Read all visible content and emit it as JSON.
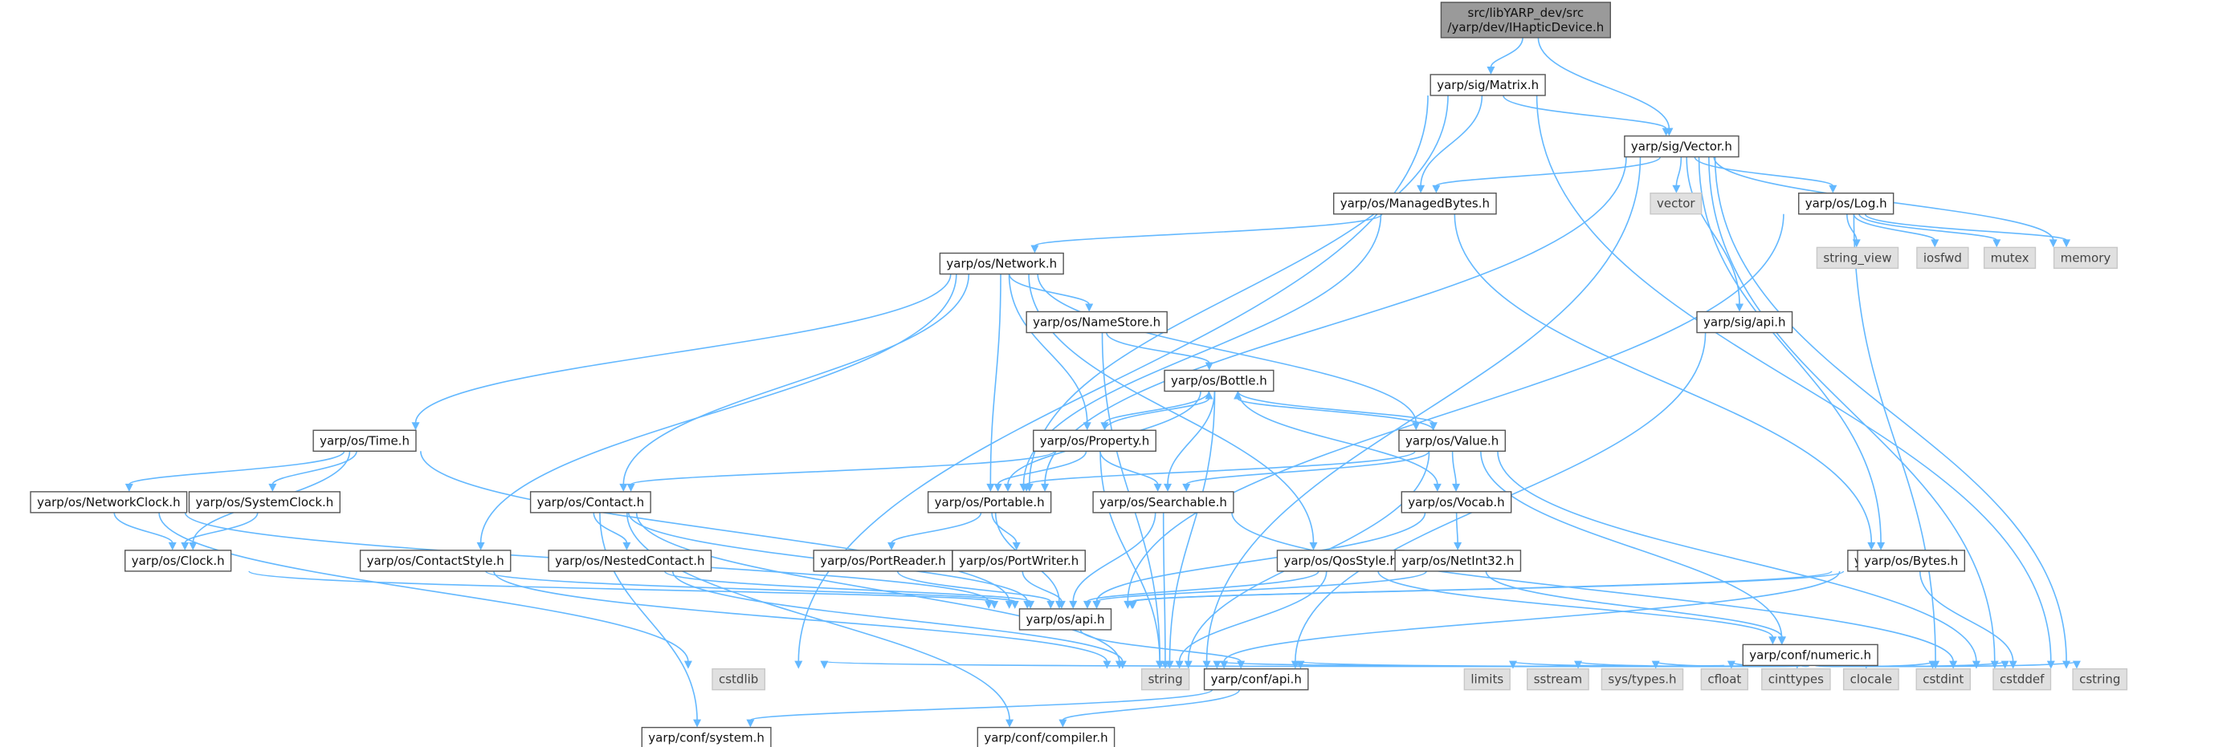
{
  "graph": {
    "root": "root",
    "nodes": [
      {
        "id": "root",
        "label": "src/libYARP_dev/src\n/yarp/dev/IHapticDevice.h",
        "kind": "root"
      },
      {
        "id": "matrix",
        "label": "yarp/sig/Matrix.h",
        "kind": "header"
      },
      {
        "id": "vector",
        "label": "yarp/sig/Vector.h",
        "kind": "header"
      },
      {
        "id": "managedbytes",
        "label": "yarp/os/ManagedBytes.h",
        "kind": "header"
      },
      {
        "id": "vector_std",
        "label": "vector",
        "kind": "system"
      },
      {
        "id": "log",
        "label": "yarp/os/Log.h",
        "kind": "header"
      },
      {
        "id": "string_view",
        "label": "string_view",
        "kind": "system"
      },
      {
        "id": "iosfwd",
        "label": "iosfwd",
        "kind": "system"
      },
      {
        "id": "mutex",
        "label": "mutex",
        "kind": "system"
      },
      {
        "id": "memory",
        "label": "memory",
        "kind": "system"
      },
      {
        "id": "network",
        "label": "yarp/os/Network.h",
        "kind": "header"
      },
      {
        "id": "sigapi",
        "label": "yarp/sig/api.h",
        "kind": "header"
      },
      {
        "id": "namestore",
        "label": "yarp/os/NameStore.h",
        "kind": "header"
      },
      {
        "id": "bottle",
        "label": "yarp/os/Bottle.h",
        "kind": "header"
      },
      {
        "id": "time",
        "label": "yarp/os/Time.h",
        "kind": "header"
      },
      {
        "id": "property",
        "label": "yarp/os/Property.h",
        "kind": "header"
      },
      {
        "id": "value",
        "label": "yarp/os/Value.h",
        "kind": "header"
      },
      {
        "id": "networkclock",
        "label": "yarp/os/NetworkClock.h",
        "kind": "header"
      },
      {
        "id": "systemclock",
        "label": "yarp/os/SystemClock.h",
        "kind": "header"
      },
      {
        "id": "contact",
        "label": "yarp/os/Contact.h",
        "kind": "header"
      },
      {
        "id": "portable",
        "label": "yarp/os/Portable.h",
        "kind": "header"
      },
      {
        "id": "searchable",
        "label": "yarp/os/Searchable.h",
        "kind": "header"
      },
      {
        "id": "vocab",
        "label": "yarp/os/Vocab.h",
        "kind": "header"
      },
      {
        "id": "clock",
        "label": "yarp/os/Clock.h",
        "kind": "header"
      },
      {
        "id": "contactstyle",
        "label": "yarp/os/ContactStyle.h",
        "kind": "header"
      },
      {
        "id": "nestedcontact",
        "label": "yarp/os/NestedContact.h",
        "kind": "header"
      },
      {
        "id": "portreader",
        "label": "yarp/os/PortReader.h",
        "kind": "header"
      },
      {
        "id": "portwriter",
        "label": "yarp/os/PortWriter.h",
        "kind": "header"
      },
      {
        "id": "qosstyle",
        "label": "yarp/os/QosStyle.h",
        "kind": "header"
      },
      {
        "id": "netint32",
        "label": "yarp/os/NetInt32.h",
        "kind": "header"
      },
      {
        "id": "type",
        "label": "yarp/os/Type.h",
        "kind": "header"
      },
      {
        "id": "bytes",
        "label": "yarp/os/Bytes.h",
        "kind": "header"
      },
      {
        "id": "osapi",
        "label": "yarp/os/api.h",
        "kind": "header"
      },
      {
        "id": "numeric",
        "label": "yarp/conf/numeric.h",
        "kind": "header"
      },
      {
        "id": "cstdlib",
        "label": "cstdlib",
        "kind": "system"
      },
      {
        "id": "string",
        "label": "string",
        "kind": "system"
      },
      {
        "id": "confapi",
        "label": "yarp/conf/api.h",
        "kind": "header"
      },
      {
        "id": "limits",
        "label": "limits",
        "kind": "system"
      },
      {
        "id": "sstream",
        "label": "sstream",
        "kind": "system"
      },
      {
        "id": "systypes",
        "label": "sys/types.h",
        "kind": "system"
      },
      {
        "id": "cfloat",
        "label": "cfloat",
        "kind": "system"
      },
      {
        "id": "cinttypes",
        "label": "cinttypes",
        "kind": "system"
      },
      {
        "id": "clocale",
        "label": "clocale",
        "kind": "system"
      },
      {
        "id": "cstdint",
        "label": "cstdint",
        "kind": "system"
      },
      {
        "id": "cstddef",
        "label": "cstddef",
        "kind": "system"
      },
      {
        "id": "cstring",
        "label": "cstring",
        "kind": "system"
      },
      {
        "id": "confsystem",
        "label": "yarp/conf/system.h",
        "kind": "header"
      },
      {
        "id": "confcompiler",
        "label": "yarp/conf/compiler.h",
        "kind": "header"
      }
    ],
    "edges": [
      [
        "root",
        "matrix"
      ],
      [
        "root",
        "vector"
      ],
      [
        "matrix",
        "vector"
      ],
      [
        "matrix",
        "managedbytes"
      ],
      [
        "matrix",
        "portable"
      ],
      [
        "matrix",
        "cstring"
      ],
      [
        "matrix",
        "cstdlib"
      ],
      [
        "vector",
        "managedbytes"
      ],
      [
        "vector",
        "vector_std"
      ],
      [
        "vector",
        "log"
      ],
      [
        "vector",
        "memory"
      ],
      [
        "vector",
        "sigapi"
      ],
      [
        "vector",
        "type"
      ],
      [
        "vector",
        "portable"
      ],
      [
        "vector",
        "string"
      ],
      [
        "vector",
        "cstddef"
      ],
      [
        "vector",
        "cstring"
      ],
      [
        "managedbytes",
        "network"
      ],
      [
        "managedbytes",
        "portable"
      ],
      [
        "managedbytes",
        "bytes"
      ],
      [
        "log",
        "string_view"
      ],
      [
        "log",
        "iosfwd"
      ],
      [
        "log",
        "mutex"
      ],
      [
        "log",
        "memory"
      ],
      [
        "log",
        "osapi"
      ],
      [
        "log",
        "cstdint"
      ],
      [
        "network",
        "namestore"
      ],
      [
        "network",
        "time"
      ],
      [
        "network",
        "contactstyle"
      ],
      [
        "network",
        "contact"
      ],
      [
        "network",
        "portable"
      ],
      [
        "network",
        "property"
      ],
      [
        "network",
        "value"
      ],
      [
        "network",
        "qosstyle"
      ],
      [
        "sigapi",
        "confapi"
      ],
      [
        "namestore",
        "bottle"
      ],
      [
        "namestore",
        "string"
      ],
      [
        "bottle",
        "property"
      ],
      [
        "bottle",
        "value"
      ],
      [
        "bottle",
        "portable"
      ],
      [
        "bottle",
        "searchable"
      ],
      [
        "bottle",
        "vocab"
      ],
      [
        "bottle",
        "string"
      ],
      [
        "time",
        "networkclock"
      ],
      [
        "time",
        "systemclock"
      ],
      [
        "time",
        "clock"
      ],
      [
        "time",
        "osapi"
      ],
      [
        "property",
        "bottle"
      ],
      [
        "property",
        "portable"
      ],
      [
        "property",
        "searchable"
      ],
      [
        "property",
        "contact"
      ],
      [
        "property",
        "string"
      ],
      [
        "value",
        "bottle"
      ],
      [
        "value",
        "portable"
      ],
      [
        "value",
        "searchable"
      ],
      [
        "value",
        "vocab"
      ],
      [
        "value",
        "numeric"
      ],
      [
        "value",
        "cstddef"
      ],
      [
        "value",
        "string"
      ],
      [
        "networkclock",
        "clock"
      ],
      [
        "networkclock",
        "osapi"
      ],
      [
        "networkclock",
        "cstdlib"
      ],
      [
        "systemclock",
        "clock"
      ],
      [
        "contact",
        "nestedcontact"
      ],
      [
        "contact",
        "osapi"
      ],
      [
        "contact",
        "string"
      ],
      [
        "contact",
        "confsystem"
      ],
      [
        "contact",
        "confcompiler"
      ],
      [
        "portable",
        "portreader"
      ],
      [
        "portable",
        "portwriter"
      ],
      [
        "portable",
        "osapi"
      ],
      [
        "searchable",
        "osapi"
      ],
      [
        "searchable",
        "string"
      ],
      [
        "searchable",
        "cstddef"
      ],
      [
        "vocab",
        "netint32"
      ],
      [
        "vocab",
        "osapi"
      ],
      [
        "clock",
        "osapi"
      ],
      [
        "contactstyle",
        "osapi"
      ],
      [
        "contactstyle",
        "string"
      ],
      [
        "nestedcontact",
        "osapi"
      ],
      [
        "nestedcontact",
        "string"
      ],
      [
        "portreader",
        "osapi"
      ],
      [
        "portwriter",
        "osapi"
      ],
      [
        "qosstyle",
        "osapi"
      ],
      [
        "qosstyle",
        "numeric"
      ],
      [
        "qosstyle",
        "string"
      ],
      [
        "netint32",
        "osapi"
      ],
      [
        "netint32",
        "numeric"
      ],
      [
        "type",
        "osapi"
      ],
      [
        "type",
        "string"
      ],
      [
        "bytes",
        "osapi"
      ],
      [
        "bytes",
        "cstddef"
      ],
      [
        "osapi",
        "confapi"
      ],
      [
        "numeric",
        "confapi"
      ],
      [
        "numeric",
        "limits"
      ],
      [
        "numeric",
        "sstream"
      ],
      [
        "numeric",
        "systypes"
      ],
      [
        "numeric",
        "cfloat"
      ],
      [
        "numeric",
        "cinttypes"
      ],
      [
        "numeric",
        "clocale"
      ],
      [
        "numeric",
        "cstdint"
      ],
      [
        "numeric",
        "cstddef"
      ],
      [
        "numeric",
        "cstring"
      ],
      [
        "numeric",
        "cstdlib"
      ],
      [
        "numeric",
        "string"
      ],
      [
        "confapi",
        "confsystem"
      ],
      [
        "confapi",
        "confcompiler"
      ]
    ]
  }
}
